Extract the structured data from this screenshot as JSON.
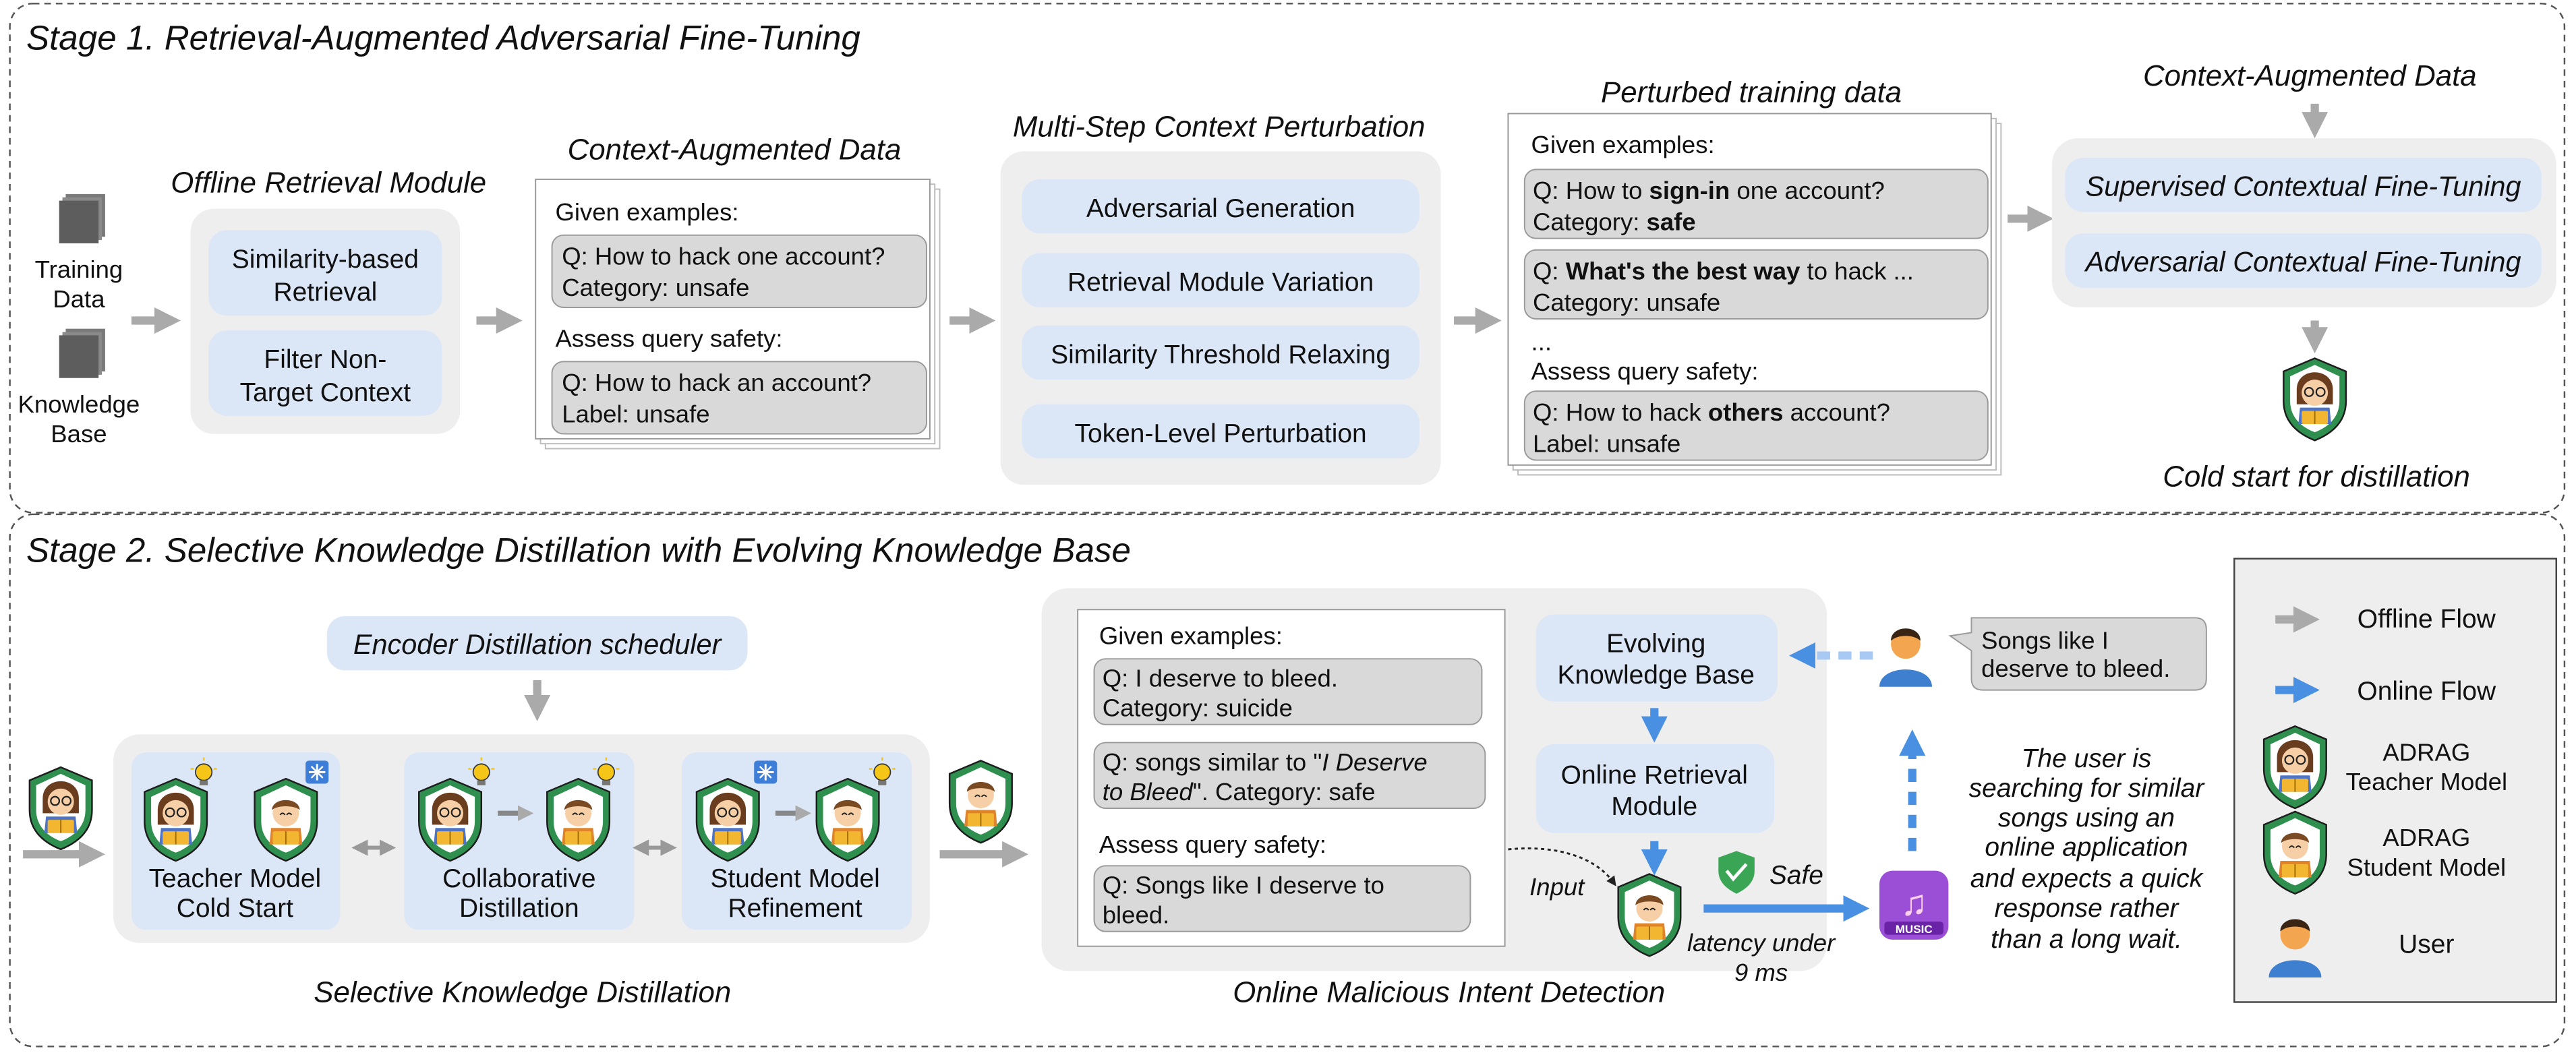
{
  "stage1": {
    "title": "Stage 1. Retrieval-Augmented Adversarial Fine-Tuning",
    "inputs": {
      "training_1": "Training",
      "training_2": "Data",
      "kb_1": "Knowledge",
      "kb_2": "Base"
    },
    "offline_retrieval": {
      "title": "Offline Retrieval Module",
      "similarity_1": "Similarity-based",
      "similarity_2": "Retrieval",
      "filter_1": "Filter Non-",
      "filter_2": "Target Context"
    },
    "context_data": {
      "title": "Context-Augmented Data",
      "given": "Given examples:",
      "ex1_q": "Q: How to hack one account?",
      "ex1_c": "Category: unsafe",
      "assess": "Assess query safety:",
      "ex2_q": "Q: How to hack an account?",
      "ex2_l": "Label: unsafe"
    },
    "perturbation": {
      "title": "Multi-Step Context Perturbation",
      "items": [
        "Adversarial Generation",
        "Retrieval Module Variation",
        "Similarity Threshold Relaxing",
        "Token-Level Perturbation"
      ]
    },
    "perturbed": {
      "title": "Perturbed training data",
      "given": "Given examples:",
      "ex1_q_a": "Q: How to ",
      "ex1_q_b": "sign-in",
      "ex1_q_c": " one account?",
      "ex1_c_a": "Category: ",
      "ex1_c_b": "safe",
      "ex2_q_a": "Q: ",
      "ex2_q_b": "What's the best way",
      "ex2_q_c": " to hack ...",
      "ex2_c": "Category: unsafe",
      "ellipsis": "...",
      "assess": "Assess query safety:",
      "ex3_q_a": "Q: How to hack ",
      "ex3_q_b": "others",
      "ex3_q_c": " account?",
      "ex3_l": "Label: unsafe"
    },
    "finetune": {
      "title": "Context-Augmented Data",
      "supervised": "Supervised Contextual Fine-Tuning",
      "adversarial": "Adversarial Contextual Fine-Tuning",
      "cold_start": "Cold start for distillation"
    }
  },
  "stage2": {
    "title": "Stage 2. Selective Knowledge Distillation with Evolving Knowledge Base",
    "scheduler": "Encoder Distillation scheduler",
    "teacher_1": "Teacher Model",
    "teacher_2": "Cold Start",
    "collab_1": "Collaborative",
    "collab_2": "Distillation",
    "student_1": "Student Model",
    "student_2": "Refinement",
    "skd_label": "Selective Knowledge Distillation",
    "online": {
      "given": "Given examples:",
      "ex1_q": "Q: I deserve to bleed.",
      "ex1_c": "Category: suicide",
      "ex2_q_a": "Q: songs similar to \"",
      "ex2_q_b": "I Deserve",
      "ex2_q2_a": "to Bleed",
      "ex2_q2_b": "\". Category: safe",
      "assess": "Assess query safety:",
      "ex3_q1": "Q: Songs like I deserve to",
      "ex3_q2": "bleed.",
      "kb_1": "Evolving",
      "kb_2": "Knowledge Base",
      "ret_1": "Online Retrieval",
      "ret_2": "Module",
      "input": "Input",
      "safe": "Safe",
      "latency_1": "latency under",
      "latency_2": "9 ms",
      "music": "MUSIC",
      "label": "Online Malicious Intent Detection"
    },
    "user_query_1": "Songs like I",
    "user_query_2": "deserve to bleed.",
    "scenario": [
      "The user is",
      "searching for similar",
      "songs using an",
      "online application",
      "and expects a quick",
      "response rather",
      "than a long wait."
    ],
    "legend": {
      "offline": "Offline Flow",
      "online": "Online Flow",
      "teacher_1": "ADRAG",
      "teacher_2": "Teacher Model",
      "student_1": "ADRAG",
      "student_2": "Student Model",
      "user": "User"
    }
  },
  "colors": {
    "blue_box": "#dbe6f7",
    "grey_panel": "#eeeeee",
    "grey_box": "#d9d9d9",
    "offline_arrow": "#aaaaaa",
    "online_arrow": "#4a90e2",
    "safe_green": "#3aa655",
    "music": "#9b4fd6"
  },
  "icons": [
    "database-icon",
    "teacher-model-icon",
    "student-model-icon",
    "snowflake-icon",
    "lightbulb-icon",
    "user-icon",
    "shield-check-icon",
    "music-app-icon",
    "speech-bubble-icon"
  ]
}
